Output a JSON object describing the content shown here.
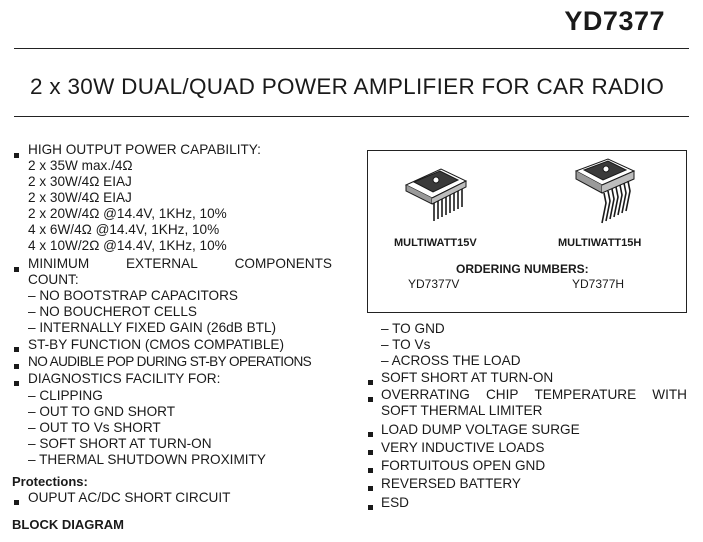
{
  "header": {
    "part_number": "YD7377",
    "title": "2 x 30W DUAL/QUAD POWER AMPLIFIER FOR CAR RADIO"
  },
  "left_column": {
    "output_power": {
      "heading": "HIGH OUTPUT POWER CAPABILITY:",
      "lines": [
        "2 x 35W max./4Ω",
        "2 x 30W/4Ω EIAJ",
        "2 x 30W/4Ω EIAJ",
        "2 x 20W/4Ω @14.4V, 1KHz, 10%",
        "4 x 6W/4Ω @14.4V, 1KHz, 10%",
        "4 x 10W/2Ω @14.4V, 1KHz, 10%"
      ]
    },
    "min_components": {
      "heading_words": [
        "MINIMUM",
        "EXTERNAL",
        "COMPONENTS"
      ],
      "heading_cont": "COUNT:",
      "lines": [
        "– NO BOOTSTRAP CAPACITORS",
        "– NO BOUCHEROT CELLS",
        "– INTERNALLY FIXED GAIN (26dB BTL)"
      ]
    },
    "standby": "ST-BY FUNCTION (CMOS COMPATIBLE)",
    "no_pop": "NO AUDIBLE POP DURING ST-BY OPERATIONS",
    "diagnostics": {
      "heading": "DIAGNOSTICS FACILITY FOR:",
      "lines": [
        "– CLIPPING",
        "– OUT TO GND SHORT",
        "– OUT TO Vs SHORT",
        "– SOFT SHORT AT TURN-ON",
        "– THERMAL SHUTDOWN PROXIMITY"
      ]
    },
    "protections_heading": "Protections:",
    "protections_first": "OUPUT AC/DC SHORT CIRCUIT",
    "block_diagram_heading": "BLOCK DIAGRAM"
  },
  "package_box": {
    "package_1": "MULTIWATT15V",
    "package_2": "MULTIWATT15H",
    "ordering_heading": "ORDERING NUMBERS:",
    "ordering_1": "YD7377V",
    "ordering_2": "YD7377H"
  },
  "right_column": {
    "continuation": [
      "– TO GND",
      "– TO Vs",
      "– ACROSS THE LOAD"
    ],
    "soft_short": "SOFT SHORT AT TURN-ON",
    "overrating_words": [
      "OVERRATING",
      "CHIP",
      "TEMPERATURE",
      "WITH"
    ],
    "overrating_cont": "SOFT THERMAL LIMITER",
    "bullets": [
      "LOAD DUMP VOLTAGE SURGE",
      "VERY INDUCTIVE LOADS",
      "FORTUITOUS OPEN GND",
      "REVERSED BATTERY",
      "ESD"
    ]
  }
}
